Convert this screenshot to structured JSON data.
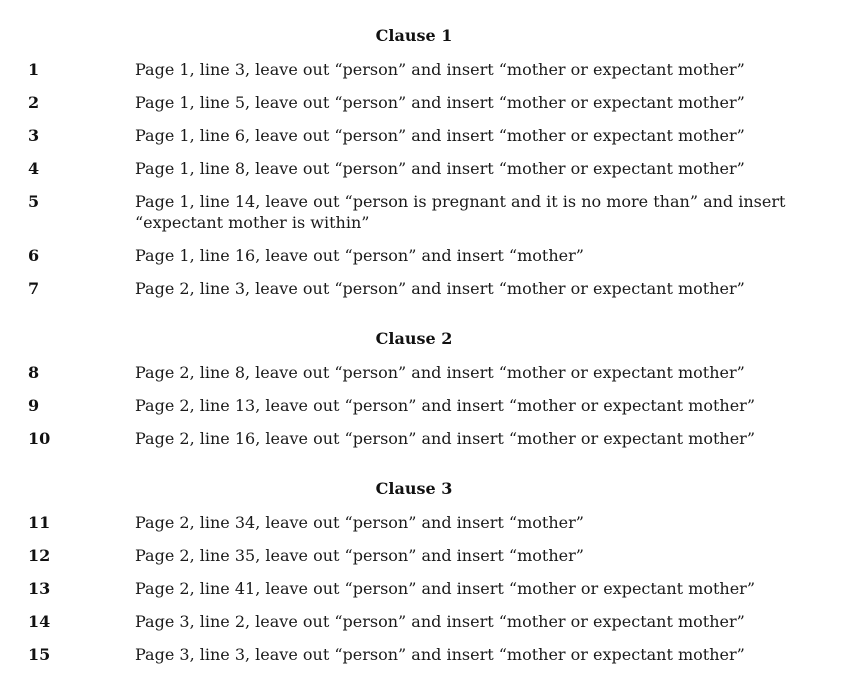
{
  "page": {
    "background": "#ffffff",
    "text_color": "#1a1a1a",
    "heading_color": "#111111"
  },
  "document": {
    "sections": [
      {
        "heading": "Clause 1",
        "items": [
          {
            "number": "1",
            "text": "Page 1, line 3, leave out “person” and insert “mother or expectant mother”"
          },
          {
            "number": "2",
            "text": "Page 1, line 5, leave out “person” and insert “mother or expectant mother”"
          },
          {
            "number": "3",
            "text": "Page 1, line 6, leave out “person” and insert “mother or expectant mother”"
          },
          {
            "number": "4",
            "text": "Page 1, line 8, leave out “person” and insert “mother or expectant mother”"
          },
          {
            "number": "5",
            "text": "Page 1, line 14, leave out “person is pregnant and it is no more than” and insert\n“expectant mother is within”"
          },
          {
            "number": "6",
            "text": "Page 1, line 16, leave out “person” and insert “mother”"
          },
          {
            "number": "7",
            "text": "Page 2, line 3, leave out “person” and insert “mother or expectant mother”"
          }
        ]
      },
      {
        "heading": "Clause 2",
        "items": [
          {
            "number": "8",
            "text": "Page 2, line 8, leave out “person” and insert “mother or expectant mother”"
          },
          {
            "number": "9",
            "text": "Page 2, line 13, leave out “person” and insert “mother or expectant mother”"
          },
          {
            "number": "10",
            "text": "Page 2, line 16, leave out “person” and insert “mother or expectant mother”"
          }
        ]
      },
      {
        "heading": "Clause 3",
        "items": [
          {
            "number": "11",
            "text": "Page 2, line 34, leave out “person” and insert “mother”"
          },
          {
            "number": "12",
            "text": "Page 2, line 35, leave out “person” and insert “mother”"
          },
          {
            "number": "13",
            "text": "Page 2, line 41, leave out “person” and insert “mother or expectant mother”"
          },
          {
            "number": "14",
            "text": "Page 3, line 2, leave out “person” and insert “mother or expectant mother”"
          },
          {
            "number": "15",
            "text": "Page 3, line 3, leave out “person” and insert “mother or expectant mother”"
          }
        ]
      }
    ]
  }
}
